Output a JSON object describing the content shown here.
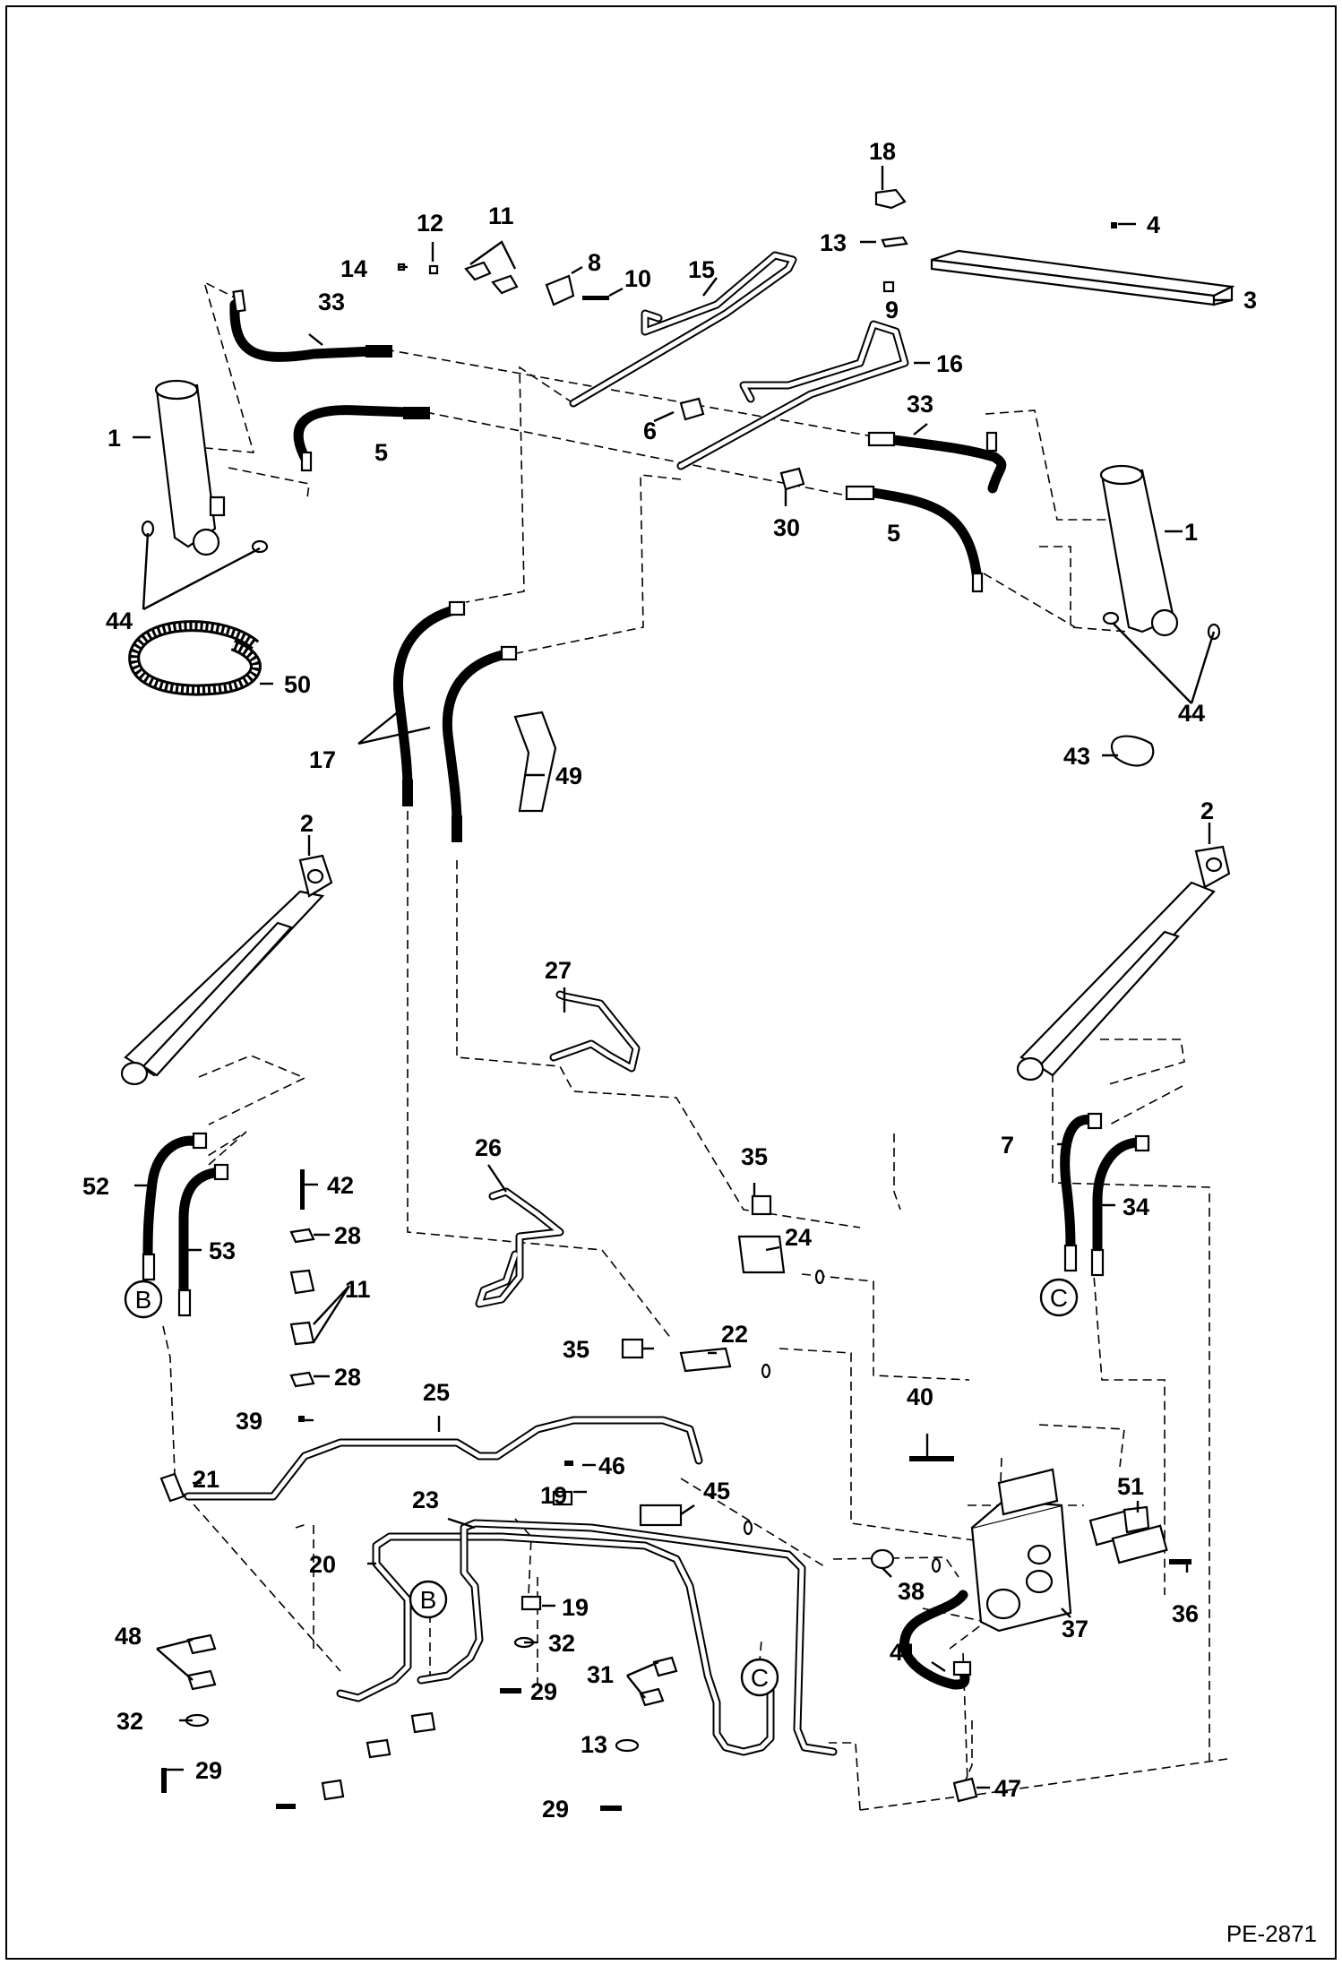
{
  "callouts": [
    {
      "id": "c1a",
      "text": "1"
    },
    {
      "id": "c1b",
      "text": "1"
    },
    {
      "id": "c2a",
      "text": "2"
    },
    {
      "id": "c2b",
      "text": "2"
    },
    {
      "id": "c3",
      "text": "3"
    },
    {
      "id": "c4",
      "text": "4"
    },
    {
      "id": "c5a",
      "text": "5"
    },
    {
      "id": "c5b",
      "text": "5"
    },
    {
      "id": "c6",
      "text": "6"
    },
    {
      "id": "c7",
      "text": "7"
    },
    {
      "id": "c8",
      "text": "8"
    },
    {
      "id": "c9",
      "text": "9"
    },
    {
      "id": "c10",
      "text": "10"
    },
    {
      "id": "c11a",
      "text": "11"
    },
    {
      "id": "c11b",
      "text": "11"
    },
    {
      "id": "c12",
      "text": "12"
    },
    {
      "id": "c13a",
      "text": "13"
    },
    {
      "id": "c13b",
      "text": "13"
    },
    {
      "id": "c14",
      "text": "14"
    },
    {
      "id": "c15",
      "text": "15"
    },
    {
      "id": "c16",
      "text": "16"
    },
    {
      "id": "c17",
      "text": "17"
    },
    {
      "id": "c18",
      "text": "18"
    },
    {
      "id": "c19a",
      "text": "19"
    },
    {
      "id": "c19b",
      "text": "19"
    },
    {
      "id": "c20",
      "text": "20"
    },
    {
      "id": "c21",
      "text": "21"
    },
    {
      "id": "c22",
      "text": "22"
    },
    {
      "id": "c23",
      "text": "23"
    },
    {
      "id": "c24",
      "text": "24"
    },
    {
      "id": "c25",
      "text": "25"
    },
    {
      "id": "c26",
      "text": "26"
    },
    {
      "id": "c27",
      "text": "27"
    },
    {
      "id": "c28a",
      "text": "28"
    },
    {
      "id": "c28b",
      "text": "28"
    },
    {
      "id": "c29a",
      "text": "29"
    },
    {
      "id": "c29b",
      "text": "29"
    },
    {
      "id": "c29c",
      "text": "29"
    },
    {
      "id": "c30",
      "text": "30"
    },
    {
      "id": "c31",
      "text": "31"
    },
    {
      "id": "c32a",
      "text": "32"
    },
    {
      "id": "c32b",
      "text": "32"
    },
    {
      "id": "c33a",
      "text": "33"
    },
    {
      "id": "c33b",
      "text": "33"
    },
    {
      "id": "c34",
      "text": "34"
    },
    {
      "id": "c35a",
      "text": "35"
    },
    {
      "id": "c35b",
      "text": "35"
    },
    {
      "id": "c36",
      "text": "36"
    },
    {
      "id": "c37",
      "text": "37"
    },
    {
      "id": "c38",
      "text": "38"
    },
    {
      "id": "c39",
      "text": "39"
    },
    {
      "id": "c40",
      "text": "40"
    },
    {
      "id": "c41",
      "text": "41"
    },
    {
      "id": "c42",
      "text": "42"
    },
    {
      "id": "c43",
      "text": "43"
    },
    {
      "id": "c44a",
      "text": "44"
    },
    {
      "id": "c44b",
      "text": "44"
    },
    {
      "id": "c45",
      "text": "45"
    },
    {
      "id": "c46",
      "text": "46"
    },
    {
      "id": "c47",
      "text": "47"
    },
    {
      "id": "c48",
      "text": "48"
    },
    {
      "id": "c49",
      "text": "49"
    },
    {
      "id": "c50",
      "text": "50"
    },
    {
      "id": "c51",
      "text": "51"
    },
    {
      "id": "c52",
      "text": "52"
    },
    {
      "id": "c53",
      "text": "53"
    }
  ],
  "references": [
    {
      "id": "rB1",
      "text": "B"
    },
    {
      "id": "rB2",
      "text": "B"
    },
    {
      "id": "rC1",
      "text": "C"
    },
    {
      "id": "rC2",
      "text": "C"
    }
  ],
  "drawing_code": "PE-2871"
}
